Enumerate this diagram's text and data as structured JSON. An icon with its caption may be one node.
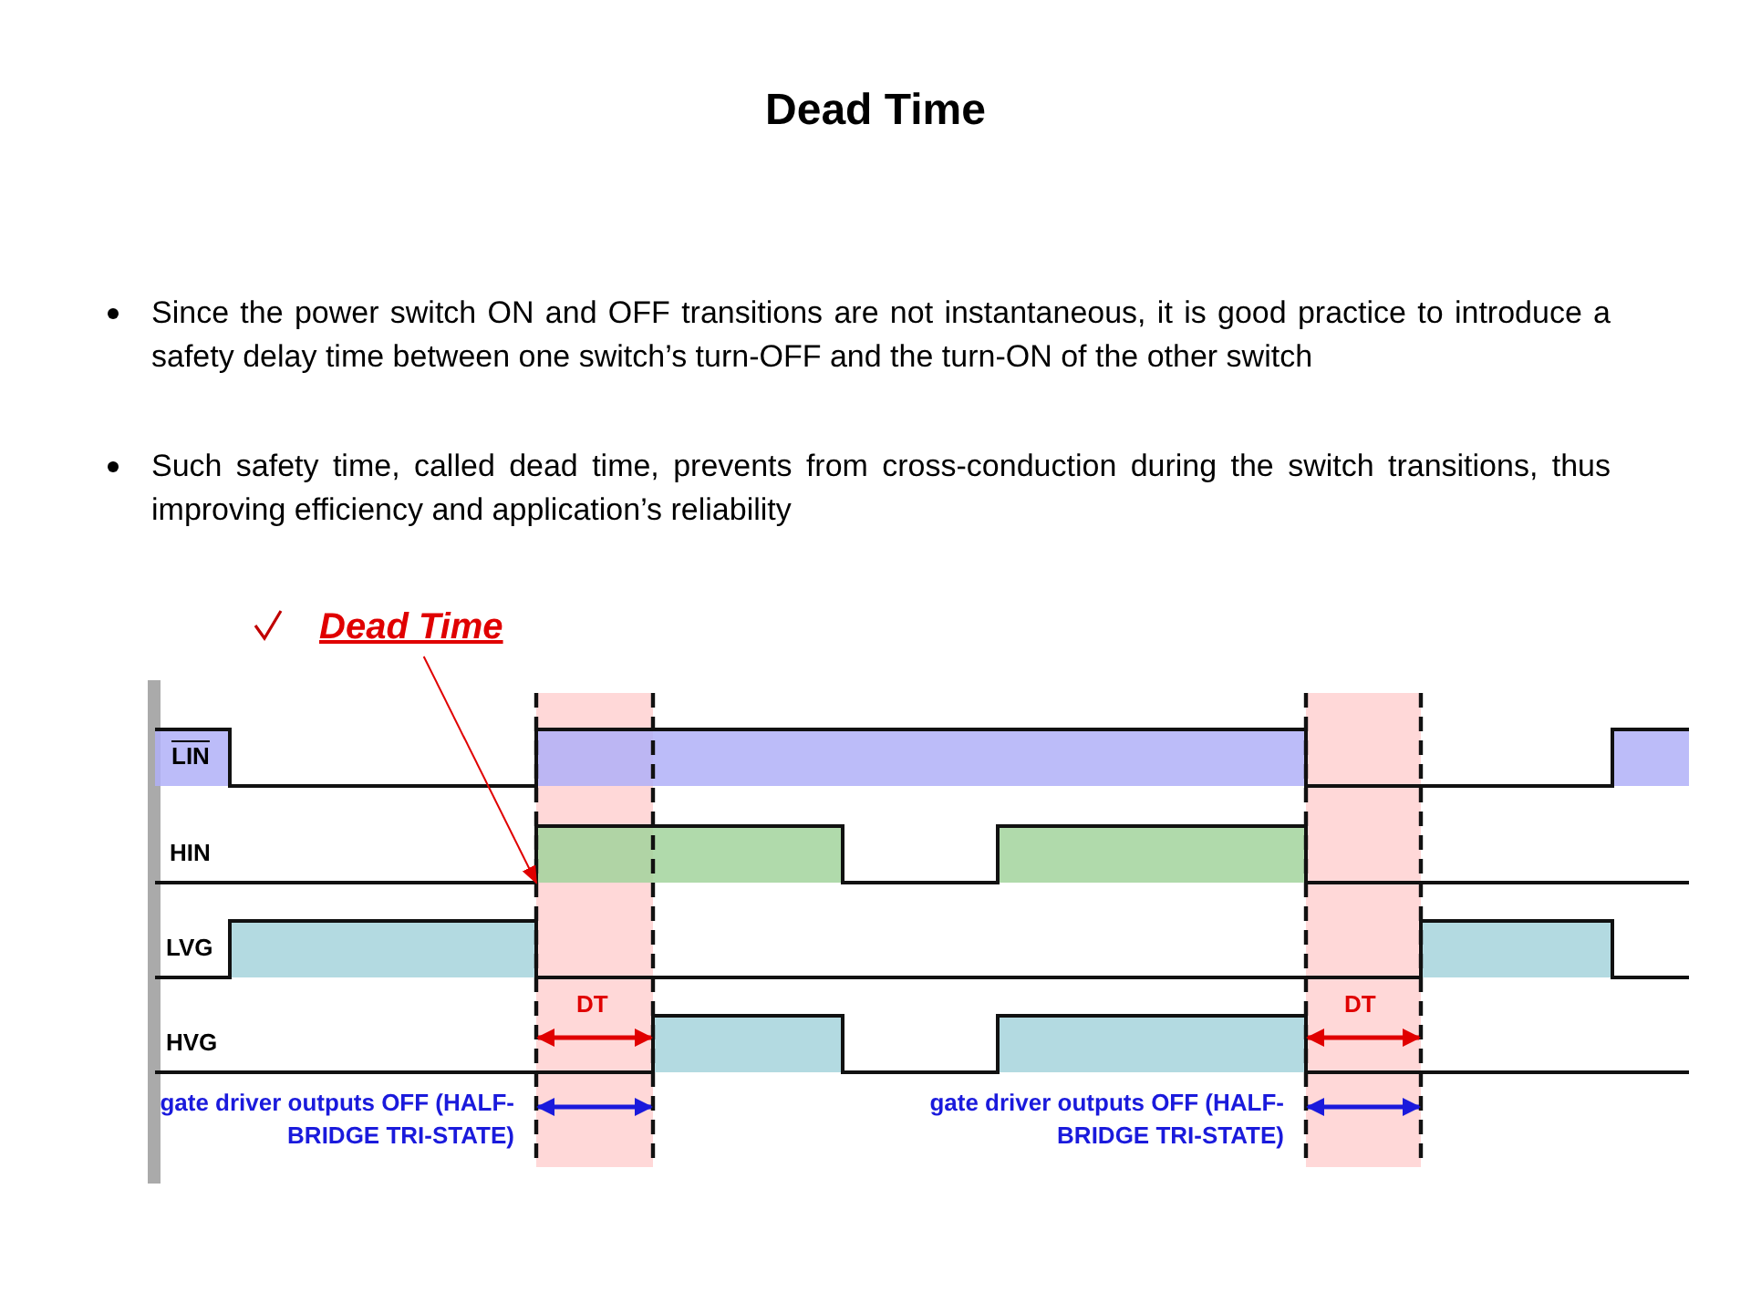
{
  "diagram": {
    "title": "Dead Time",
    "nodes": [
      {
        "text": [
          "Dead Time"
        ]
      },
      {
        "text": [],
        "shape": "box"
      },
      {
        "text": [],
        "shape": "box"
      }
    ],
    "edges": [
      {
        "from": 0,
        "to": 1,
        "arrow": "to",
        "color": "#e00000"
      }
    ],
    "labels": [
      "Since the power switch ON and OFF transitions are not instantaneous, it is good practice to introduce a safety delay time between one switch’s turn-OFF and the turn-ON of the other switch",
      "Such safety time, called dead time, prevents from cross-conduction during the switch transitions, thus improving efficiency and application’s reliability",
      "LIN",
      "HIN",
      "LVG",
      "HVG",
      "DT",
      "DT",
      "gate driver outputs OFF (HALF-BRIDGE TRI-STATE)",
      "gate driver outputs OFF (HALF-BRIDGE TRI-STATE)"
    ]
  }
}
